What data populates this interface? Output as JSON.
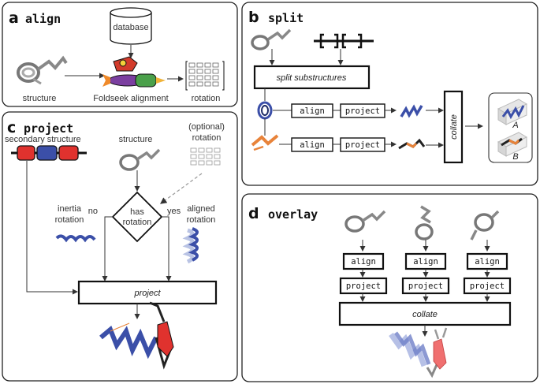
{
  "panels": {
    "a": {
      "letter": "a",
      "title": "align",
      "database": "database",
      "structure": "structure",
      "alignment": "Foldseek alignment",
      "rotation": "rotation"
    },
    "b": {
      "letter": "b",
      "title": "split",
      "split_box": "split substructures",
      "align": "align",
      "project": "project",
      "collate": "collate",
      "result_a": "A",
      "result_b": "B"
    },
    "c": {
      "letter": "c",
      "title": "project",
      "secondary_structure": "secondary structure",
      "structure": "structure",
      "optional_rotation_1": "(optional)",
      "optional_rotation_2": "rotation",
      "decision_1": "has",
      "decision_2": "rotation",
      "no": "no",
      "yes": "yes",
      "inertia_1": "inertia",
      "inertia_2": "rotation",
      "aligned_1": "aligned",
      "aligned_2": "rotation",
      "project_box": "project"
    },
    "d": {
      "letter": "d",
      "title": "overlay",
      "align": "align",
      "project": "project",
      "collate": "collate"
    }
  },
  "colors": {
    "helix_blue": "#3b4fa8",
    "sheet_red": "#e0322e",
    "orange": "#e8833a",
    "gray": "#8a8a8a"
  }
}
